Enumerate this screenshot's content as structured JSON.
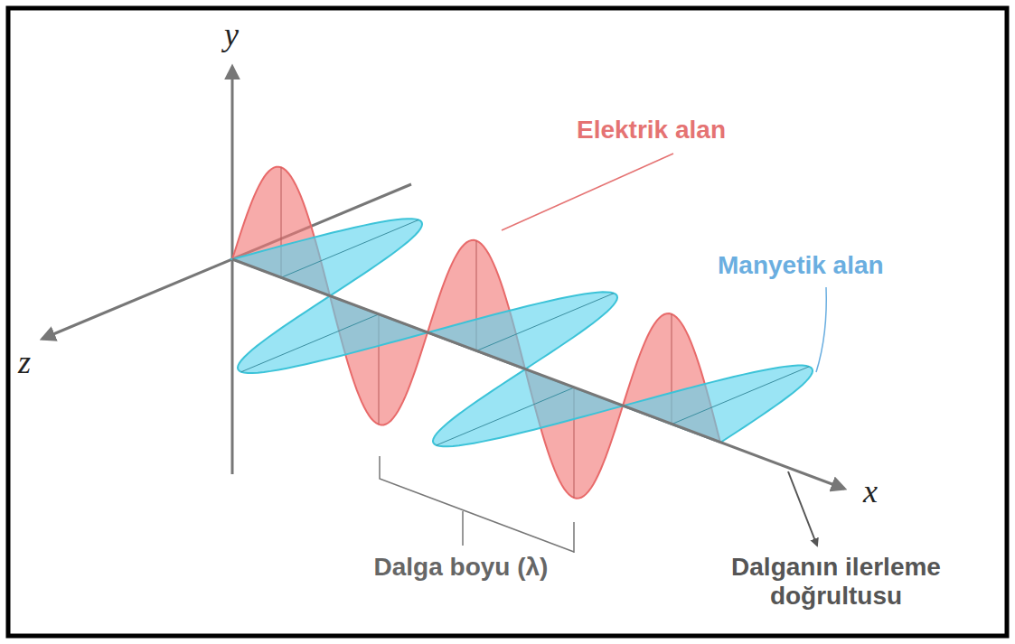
{
  "diagram": {
    "labels": [
      "y",
      "z",
      "x",
      "Elektrik alan",
      "Manyetik alan",
      "Dalga boyu (λ)",
      "Dalganın ilerleme doğrultusu"
    ]
  }
}
